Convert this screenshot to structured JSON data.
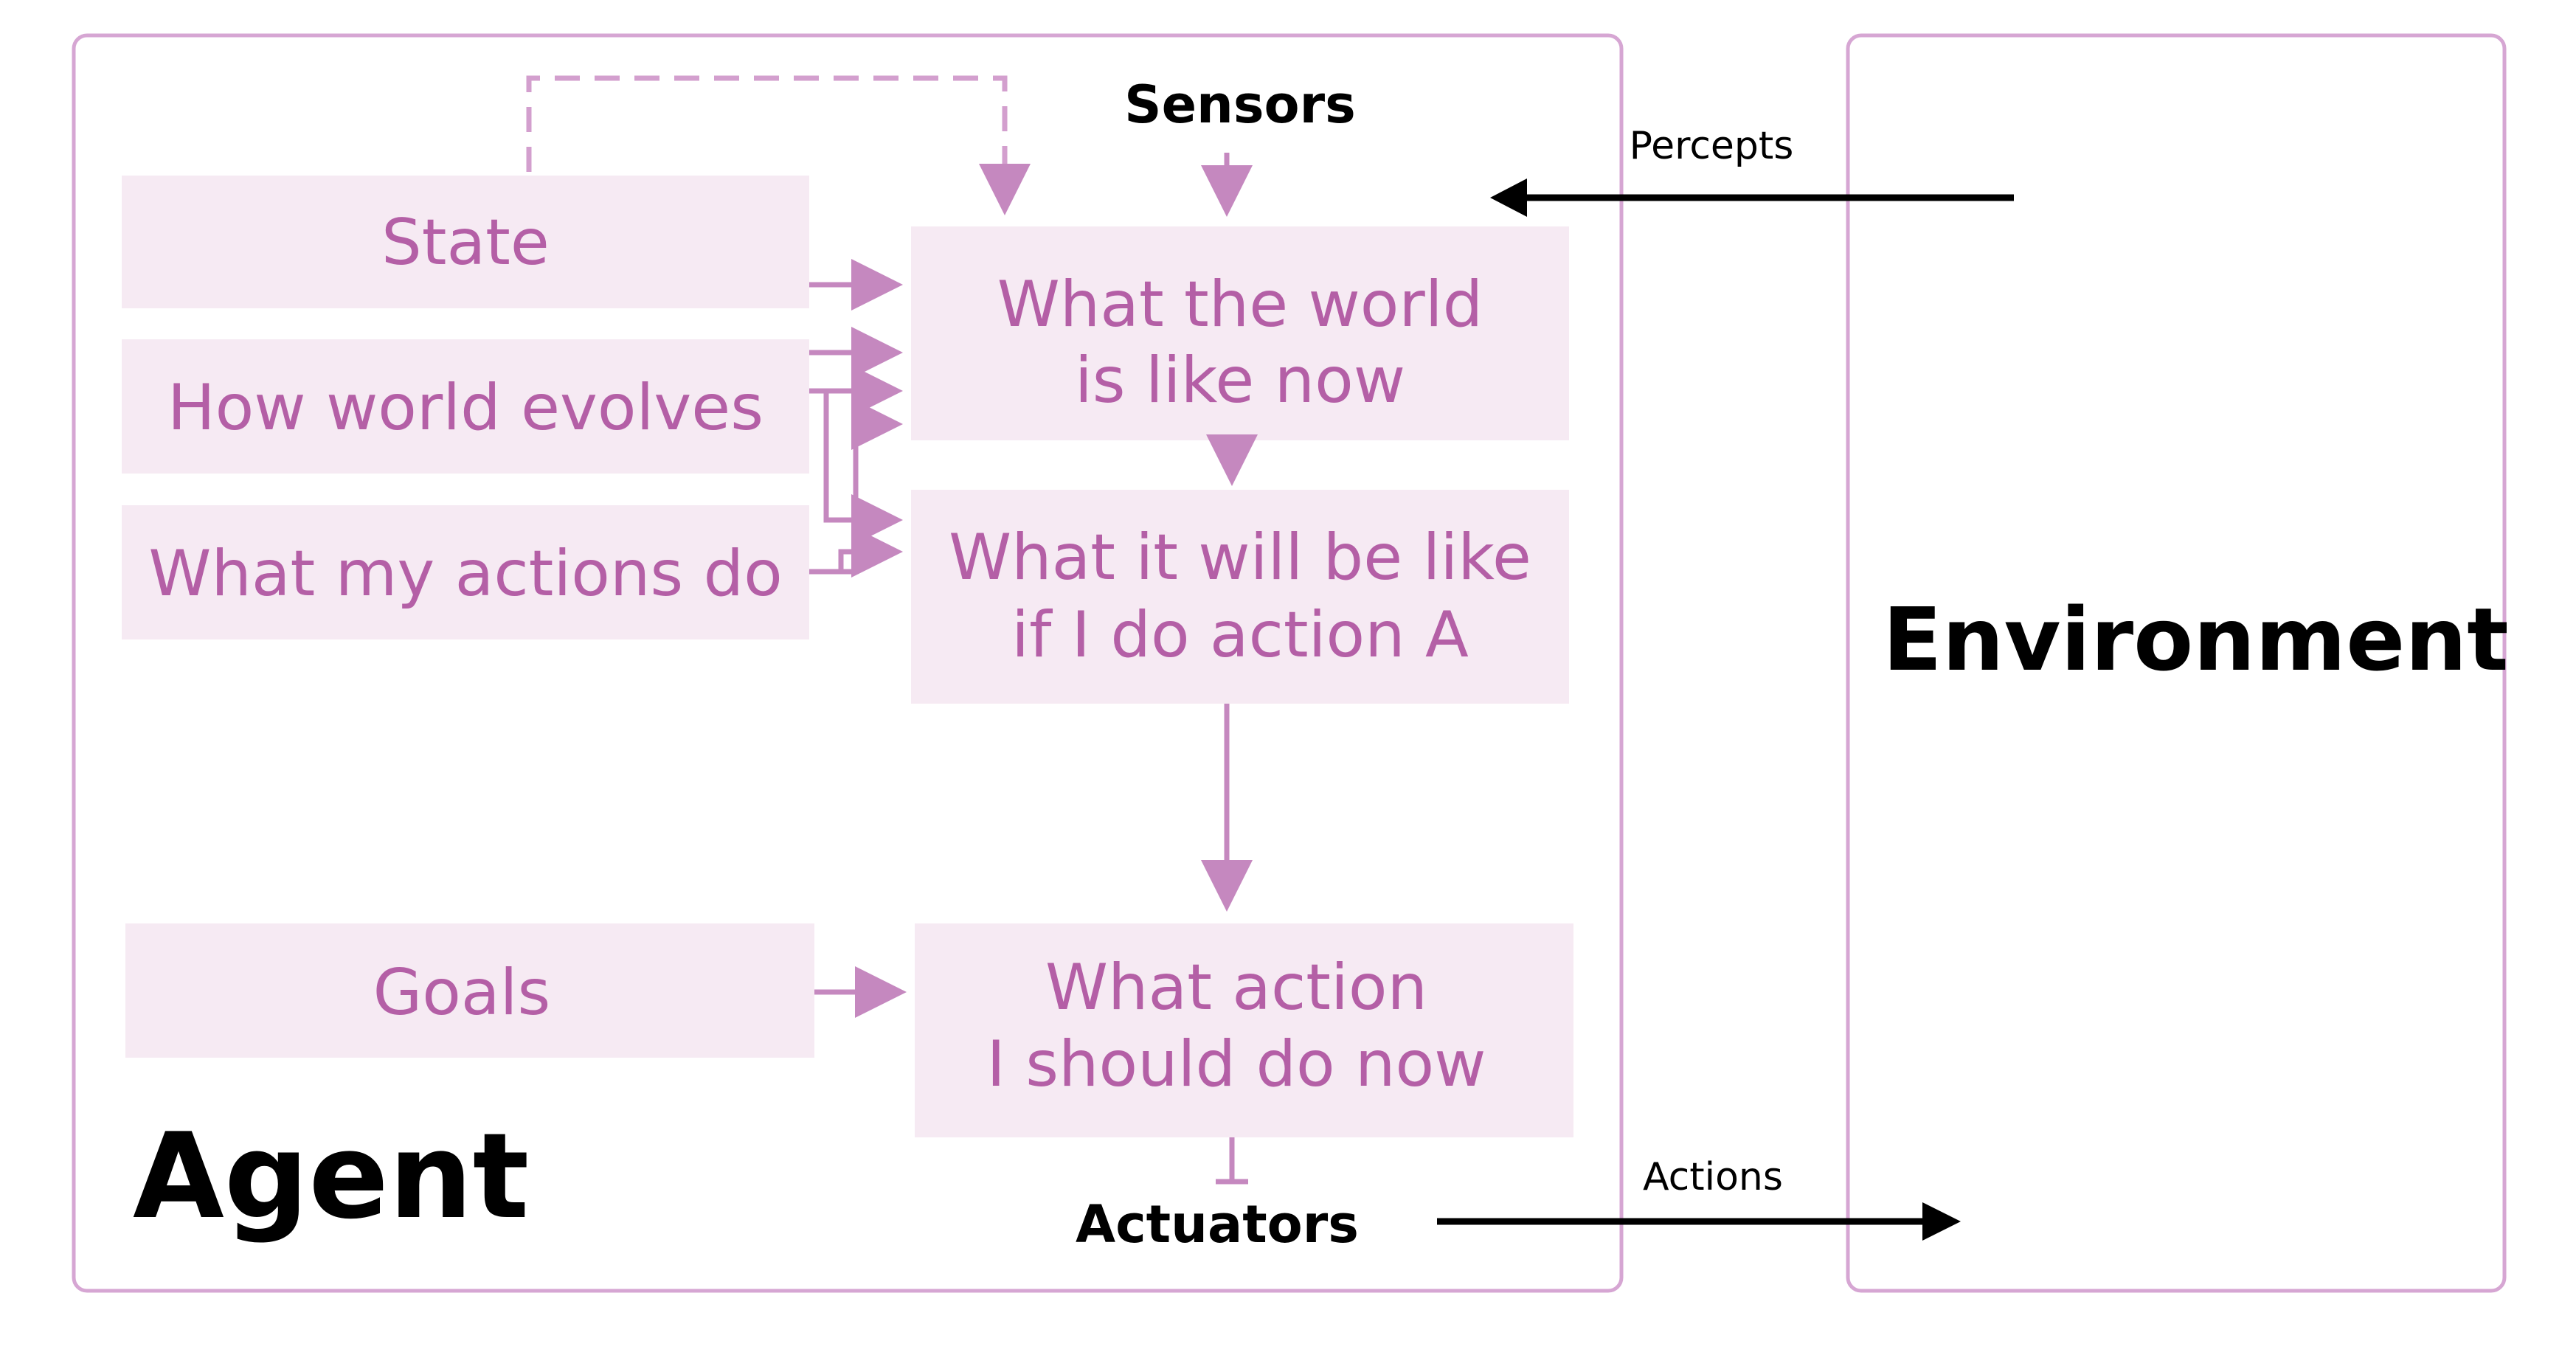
{
  "agent": {
    "label": "Agent",
    "inputs": {
      "state": "State",
      "how_world_evolves": "How world evolves",
      "what_my_actions_do": "What my actions do",
      "goals": "Goals"
    },
    "process": {
      "world_now": [
        "What the world",
        "is like now"
      ],
      "what_if_action": [
        "What it will be like",
        "if I do action A"
      ],
      "what_action": [
        "What action",
        "I should do now"
      ]
    },
    "sensors": "Sensors",
    "actuators": "Actuators"
  },
  "environment": {
    "label": "Environment"
  },
  "signals": {
    "percepts": "Percepts",
    "actions": "Actions"
  },
  "colors": {
    "frame": "#d6a6d3",
    "node_fill": "#f6eaf3",
    "node_text": "#b45fa6",
    "arrow": "#c588bf"
  }
}
